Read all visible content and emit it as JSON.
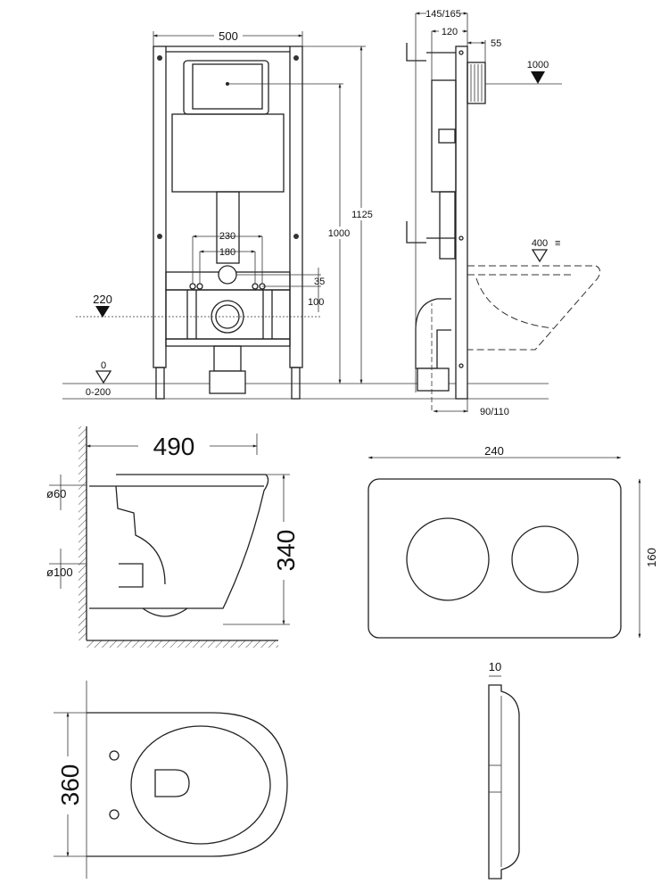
{
  "front_view": {
    "width": "500",
    "total_height": "1125",
    "flush_height": "1000",
    "bolt_outer": "230",
    "bolt_inner": "180",
    "offset_35": "35",
    "offset_100": "100",
    "drain_level": "220",
    "floor_level": "0",
    "floor_range": "0-200"
  },
  "side_view": {
    "depth": "145/165",
    "inner_depth": "120",
    "plate_depth": "55",
    "plate_height": "1000",
    "seat_height": "400",
    "pipe_offset": "90/110"
  },
  "bowl_side": {
    "length": "490",
    "inlet": "ø60",
    "outlet": "ø100",
    "height": "340"
  },
  "flush_plate": {
    "width": "240",
    "height": "160",
    "thickness": "10"
  },
  "bowl_top": {
    "width": "360"
  }
}
